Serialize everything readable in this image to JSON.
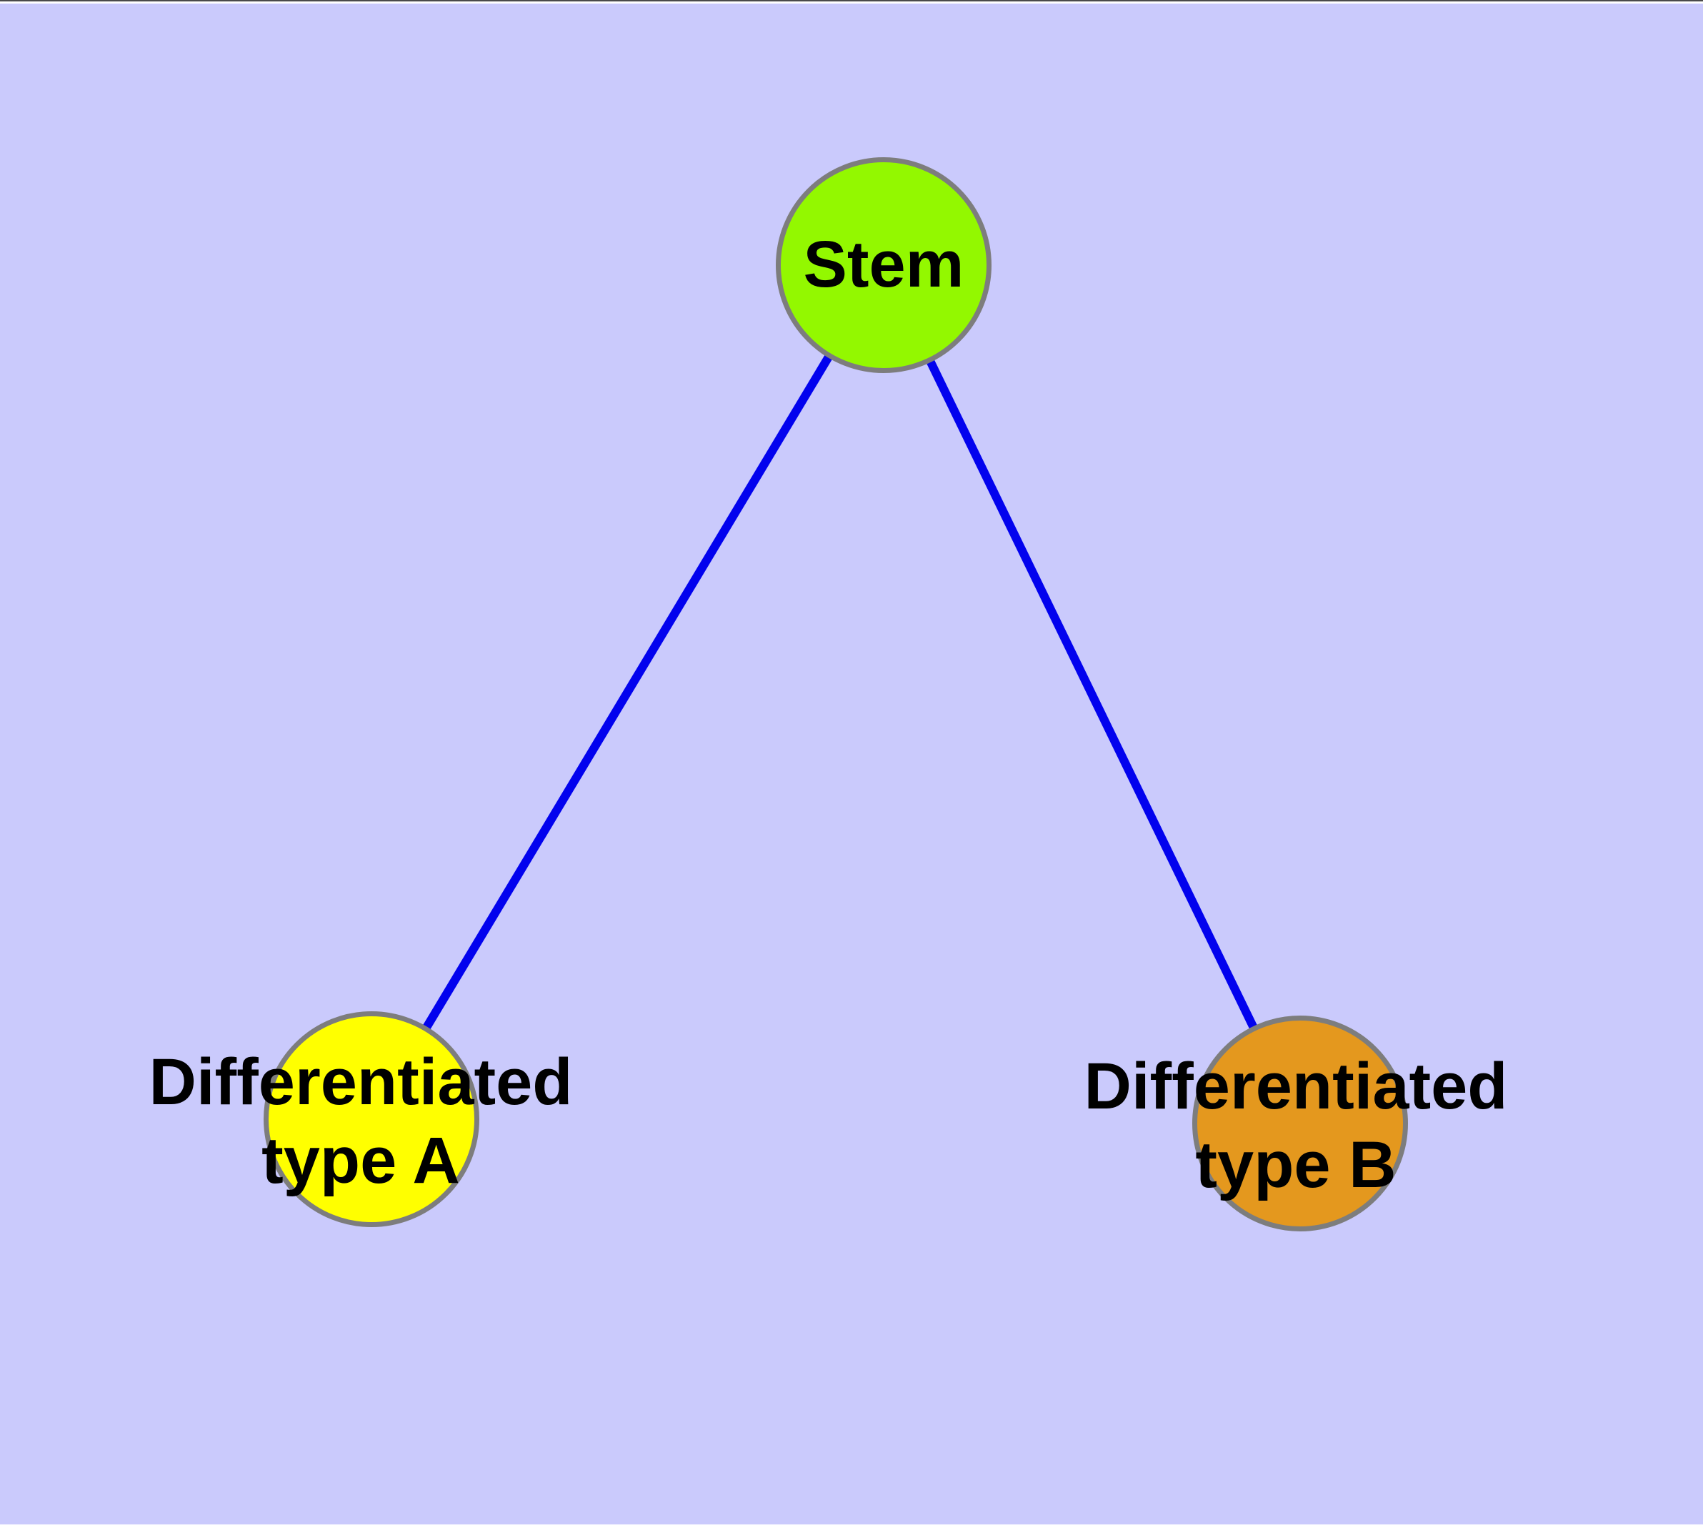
{
  "diagram": {
    "background_color": "#cacafc",
    "edge_color": "#0202ee",
    "edge_width": 12,
    "node_border_color": "#7d7d7d",
    "text_color": "#000000",
    "nodes": [
      {
        "id": "stem",
        "label": "Stem",
        "fill": "#93f800"
      },
      {
        "id": "differentiated-type-a",
        "label": "Differentiated\ntype A",
        "fill": "#ffff00"
      },
      {
        "id": "differentiated-type-b",
        "label": "Differentiated\ntype B",
        "fill": "#e4981e"
      }
    ],
    "edges": [
      {
        "from": "stem",
        "to": "differentiated-type-a"
      },
      {
        "from": "stem",
        "to": "differentiated-type-b"
      }
    ]
  }
}
